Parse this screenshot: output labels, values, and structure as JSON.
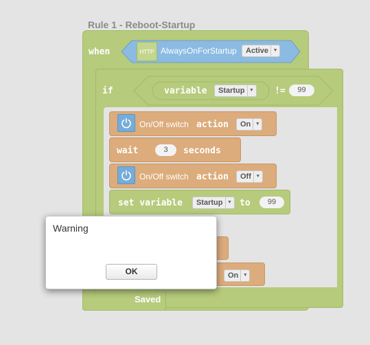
{
  "rule": {
    "title": "Rule 1 - Reboot-Startup",
    "saved_label": "Saved"
  },
  "trigger": {
    "when_label": "when",
    "icon_text": "HTTP",
    "name": "AlwaysOnForStartup",
    "state": "Active"
  },
  "condition": {
    "if_label": "if",
    "variable_label": "variable",
    "variable_name": "Startup",
    "operator": "!=",
    "value": "99"
  },
  "actions": [
    {
      "device": "On/Off switch",
      "action_label": "action",
      "value": "On"
    },
    {
      "wait_label": "wait",
      "value": "3",
      "unit": "seconds"
    },
    {
      "device": "On/Off switch",
      "action_label": "action",
      "value": "Off"
    },
    {
      "set_label": "set variable",
      "variable_name": "Startup",
      "to_label": "to",
      "value": "99"
    },
    {
      "value": "On"
    }
  ],
  "dialog": {
    "title": "Warning",
    "ok_label": "OK"
  },
  "colors": {
    "rule_green": "#b6cb7c",
    "trigger_blue": "#8bbbe2",
    "action_orange": "#dcac7c",
    "device_icon_blue": "#76acd9"
  }
}
